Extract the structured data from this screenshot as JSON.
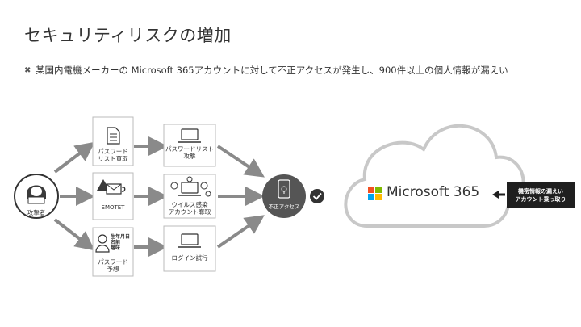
{
  "title": "セキュリティリスクの増加",
  "bullet": "某国内電機メーカーの Microsoft 365アカウントに対して不正アクセスが発生し、900件以上の個人情報が漏えい",
  "attacker_label": "攻撃者",
  "col1": {
    "password_list": "パスワード\nリスト買取",
    "emotet": "EMOTET",
    "guess_info": "生年月日\n名前\n趣味",
    "guess": "パスワード\n予想"
  },
  "col2": {
    "list_attack": "パスワードリスト\n攻撃",
    "virus": "ウイルス感染\nアカウント奪取",
    "login": "ログイン試行"
  },
  "unauthorized": "不正アクセス",
  "microsoft": "Microsoft 365",
  "callout": "機密情報の漏えい\nアカウント乗っ取り",
  "colors": {
    "arrow": "#8a8a8a",
    "dark": "#3a3a3a",
    "ms_red": "#f25022",
    "ms_green": "#7fba00",
    "ms_blue": "#00a4ef",
    "ms_yellow": "#ffb900"
  }
}
